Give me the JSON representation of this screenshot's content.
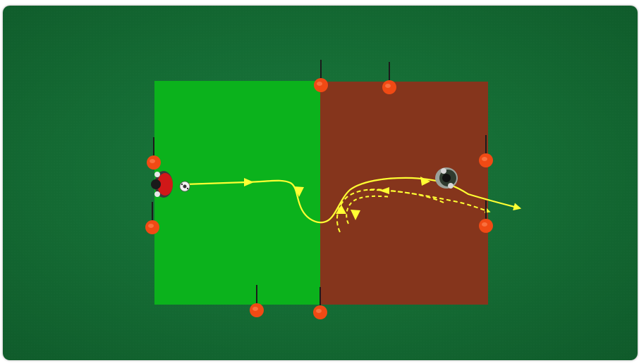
{
  "diagram": {
    "zones": [
      {
        "name": "attack-zone",
        "color": "#0bb21c"
      },
      {
        "name": "defend-zone",
        "color": "#85351c"
      }
    ],
    "colors": {
      "pitch": "#146a33",
      "cone": "#f04a14",
      "path": "#ffff33"
    },
    "players": [
      {
        "role": "attacker",
        "kit_color": "#d01818"
      },
      {
        "role": "defender",
        "kit_color": "#2f3b2f"
      }
    ],
    "icons": [
      "cone-icon",
      "ball-icon",
      "player-icon"
    ]
  }
}
